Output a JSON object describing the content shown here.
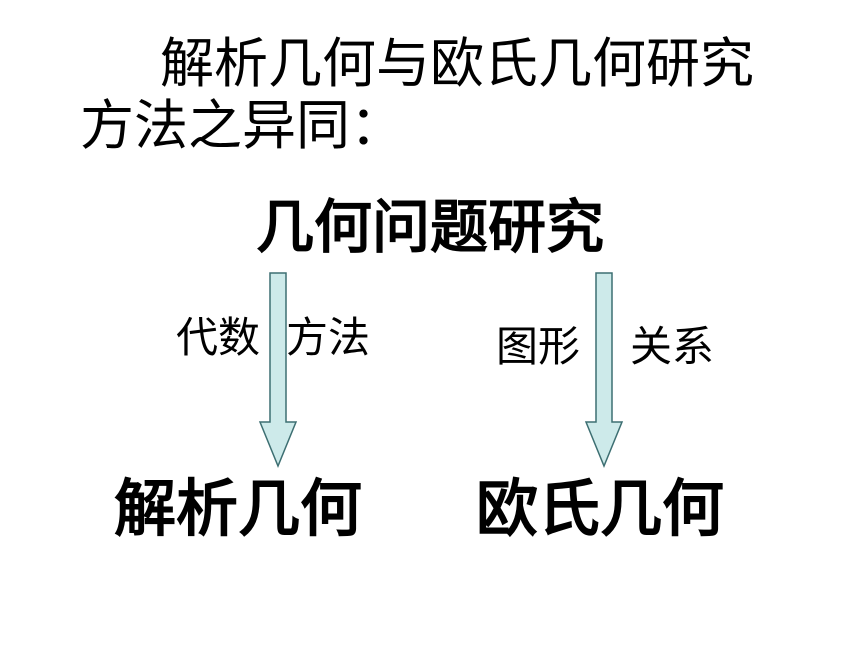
{
  "title": {
    "line1": "解析几何与欧氏几何研究",
    "line2": "方法之异同："
  },
  "diagram": {
    "top_node": "几何问题研究",
    "left_branch": {
      "label_part1": "代数",
      "label_part2": "方法",
      "result": "解析几何"
    },
    "right_branch": {
      "label_part1": "图形",
      "label_part2": "关系",
      "result": "欧氏几何"
    },
    "arrow_fill_color": "#cdeaea",
    "arrow_stroke_color": "#3d6f72"
  }
}
